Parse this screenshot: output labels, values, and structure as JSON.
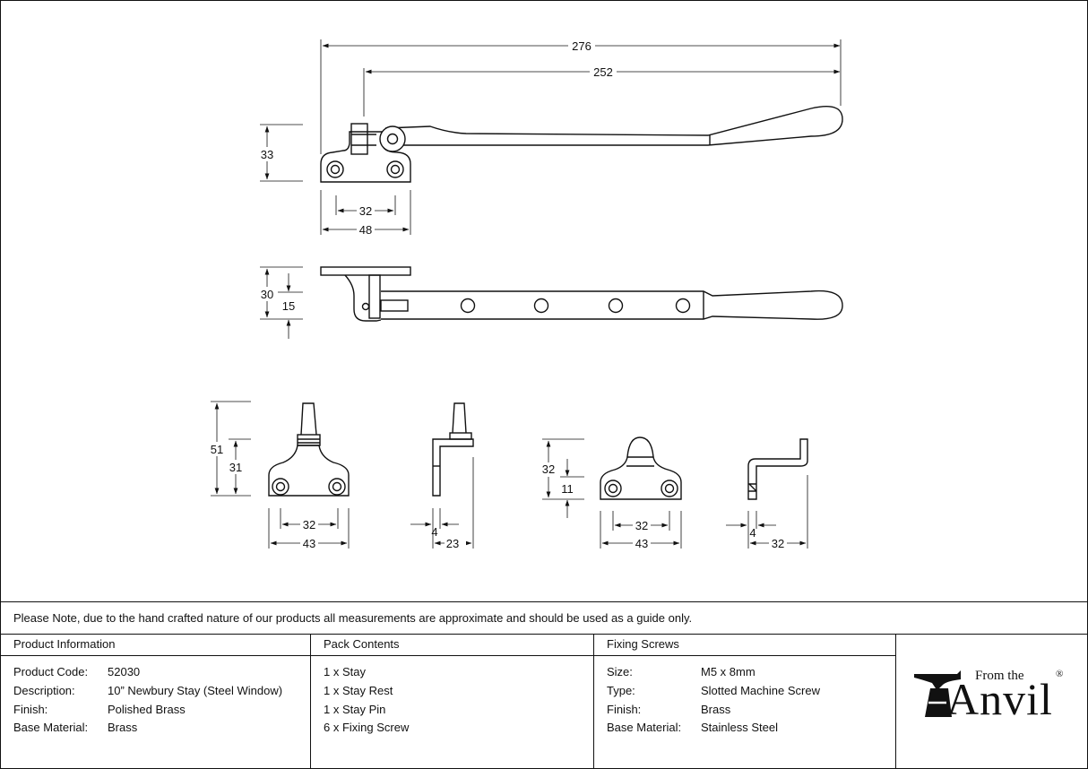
{
  "drawing": {
    "top_view": {
      "overall_length": "276",
      "lever_length": "252",
      "height": "33",
      "screw_centres": "32",
      "base_width": "48"
    },
    "side_view": {
      "height": "30",
      "pin_offset": "15"
    },
    "stay_pin": {
      "height": "51",
      "base_height": "31",
      "screw_centres": "32",
      "base_width": "43",
      "thickness": "4",
      "depth": "23"
    },
    "stay_rest": {
      "height": "32",
      "base_height": "11",
      "screw_centres": "32",
      "base_width": "43",
      "thickness": "4",
      "depth": "32"
    }
  },
  "note": "Please Note, due to the hand crafted nature of our products all measurements are approximate and should be used as a guide only.",
  "product_info": {
    "header": "Product Information",
    "rows": [
      {
        "label": "Product Code:",
        "value": "52030"
      },
      {
        "label": "Description:",
        "value": "10” Newbury Stay (Steel Window)"
      },
      {
        "label": "Finish:",
        "value": "Polished Brass"
      },
      {
        "label": "Base Material:",
        "value": "Brass"
      }
    ]
  },
  "pack_contents": {
    "header": "Pack Contents",
    "items": [
      "1 x Stay",
      "1 x Stay Rest",
      "1 x Stay Pin",
      "6 x Fixing Screw"
    ]
  },
  "fixing_screws": {
    "header": "Fixing Screws",
    "rows": [
      {
        "label": "Size:",
        "value": "M5 x 8mm"
      },
      {
        "label": "Type:",
        "value": "Slotted Machine Screw"
      },
      {
        "label": "Finish:",
        "value": "Brass"
      },
      {
        "label": "Base Material:",
        "value": "Stainless Steel"
      }
    ]
  },
  "logo": {
    "small": "From the",
    "big": "Anvil",
    "mark": "®"
  }
}
